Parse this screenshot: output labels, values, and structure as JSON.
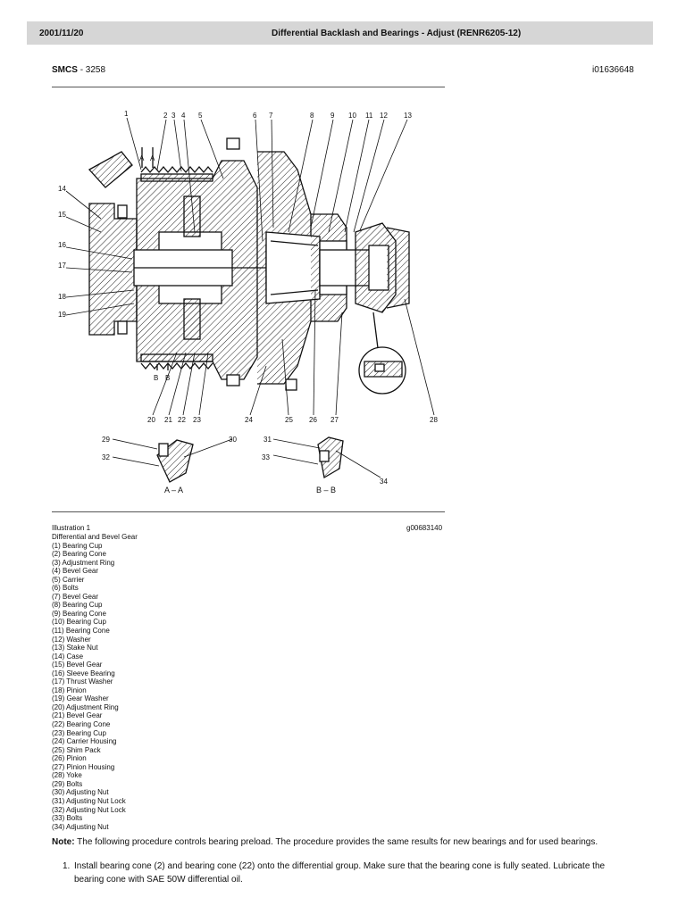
{
  "header": {
    "date": "2001/11/20",
    "title": "Differential Backlash and Bearings - Adjust (RENR6205-12)"
  },
  "smcs": {
    "label": "SMCS",
    "value": "- 3258"
  },
  "doc_id": "i01636648",
  "figure": {
    "callouts": [
      "1",
      "2",
      "3",
      "4",
      "5",
      "6",
      "7",
      "8",
      "9",
      "10",
      "11",
      "12",
      "13",
      "14",
      "15",
      "16",
      "17",
      "18",
      "19",
      "20",
      "21",
      "22",
      "23",
      "24",
      "25",
      "26",
      "27",
      "28",
      "29",
      "30",
      "31",
      "32",
      "33",
      "34"
    ],
    "section_a": "A",
    "section_b": "B",
    "section_aa": "A – A",
    "section_bb": "B – B"
  },
  "illustration": {
    "label": "Illustration 1",
    "id": "g00683140",
    "caption": "Differential and Bevel Gear"
  },
  "parts": [
    "(1) Bearing Cup",
    "(2) Bearing Cone",
    "(3) Adjustment Ring",
    "(4) Bevel Gear",
    "(5) Carrier",
    "(6) Bolts",
    "(7) Bevel Gear",
    "(8) Bearing Cup",
    "(9) Bearing Cone",
    "(10) Bearing Cup",
    "(11) Bearing Cone",
    "(12) Washer",
    "(13) Stake Nut",
    "(14) Case",
    "(15) Bevel Gear",
    "(16) Sleeve Bearing",
    "(17) Thrust Washer",
    "(18) Pinion",
    "(19) Gear Washer",
    "(20) Adjustment Ring",
    "(21) Bevel Gear",
    "(22) Bearing Cone",
    "(23) Bearing Cup",
    "(24) Carrier Housing",
    "(25) Shim Pack",
    "(26) Pinion",
    "(27) Pinion Housing",
    "(28) Yoke",
    "(29) Bolts",
    "(30) Adjusting Nut",
    "(31) Adjusting Nut Lock",
    "(32) Adjusting Nut Lock",
    "(33) Bolts",
    "(34) Adjusting Nut"
  ],
  "note": {
    "label": "Note:",
    "text": "The following procedure controls bearing preload. The procedure provides the same results for new bearings and for used bearings."
  },
  "steps": [
    {
      "num": "1.",
      "text": "Install bearing cone (2) and bearing cone (22) onto the differential group. Make sure that the bearing cone is fully seated. Lubricate the bearing cone with SAE 50W differential oil."
    }
  ]
}
